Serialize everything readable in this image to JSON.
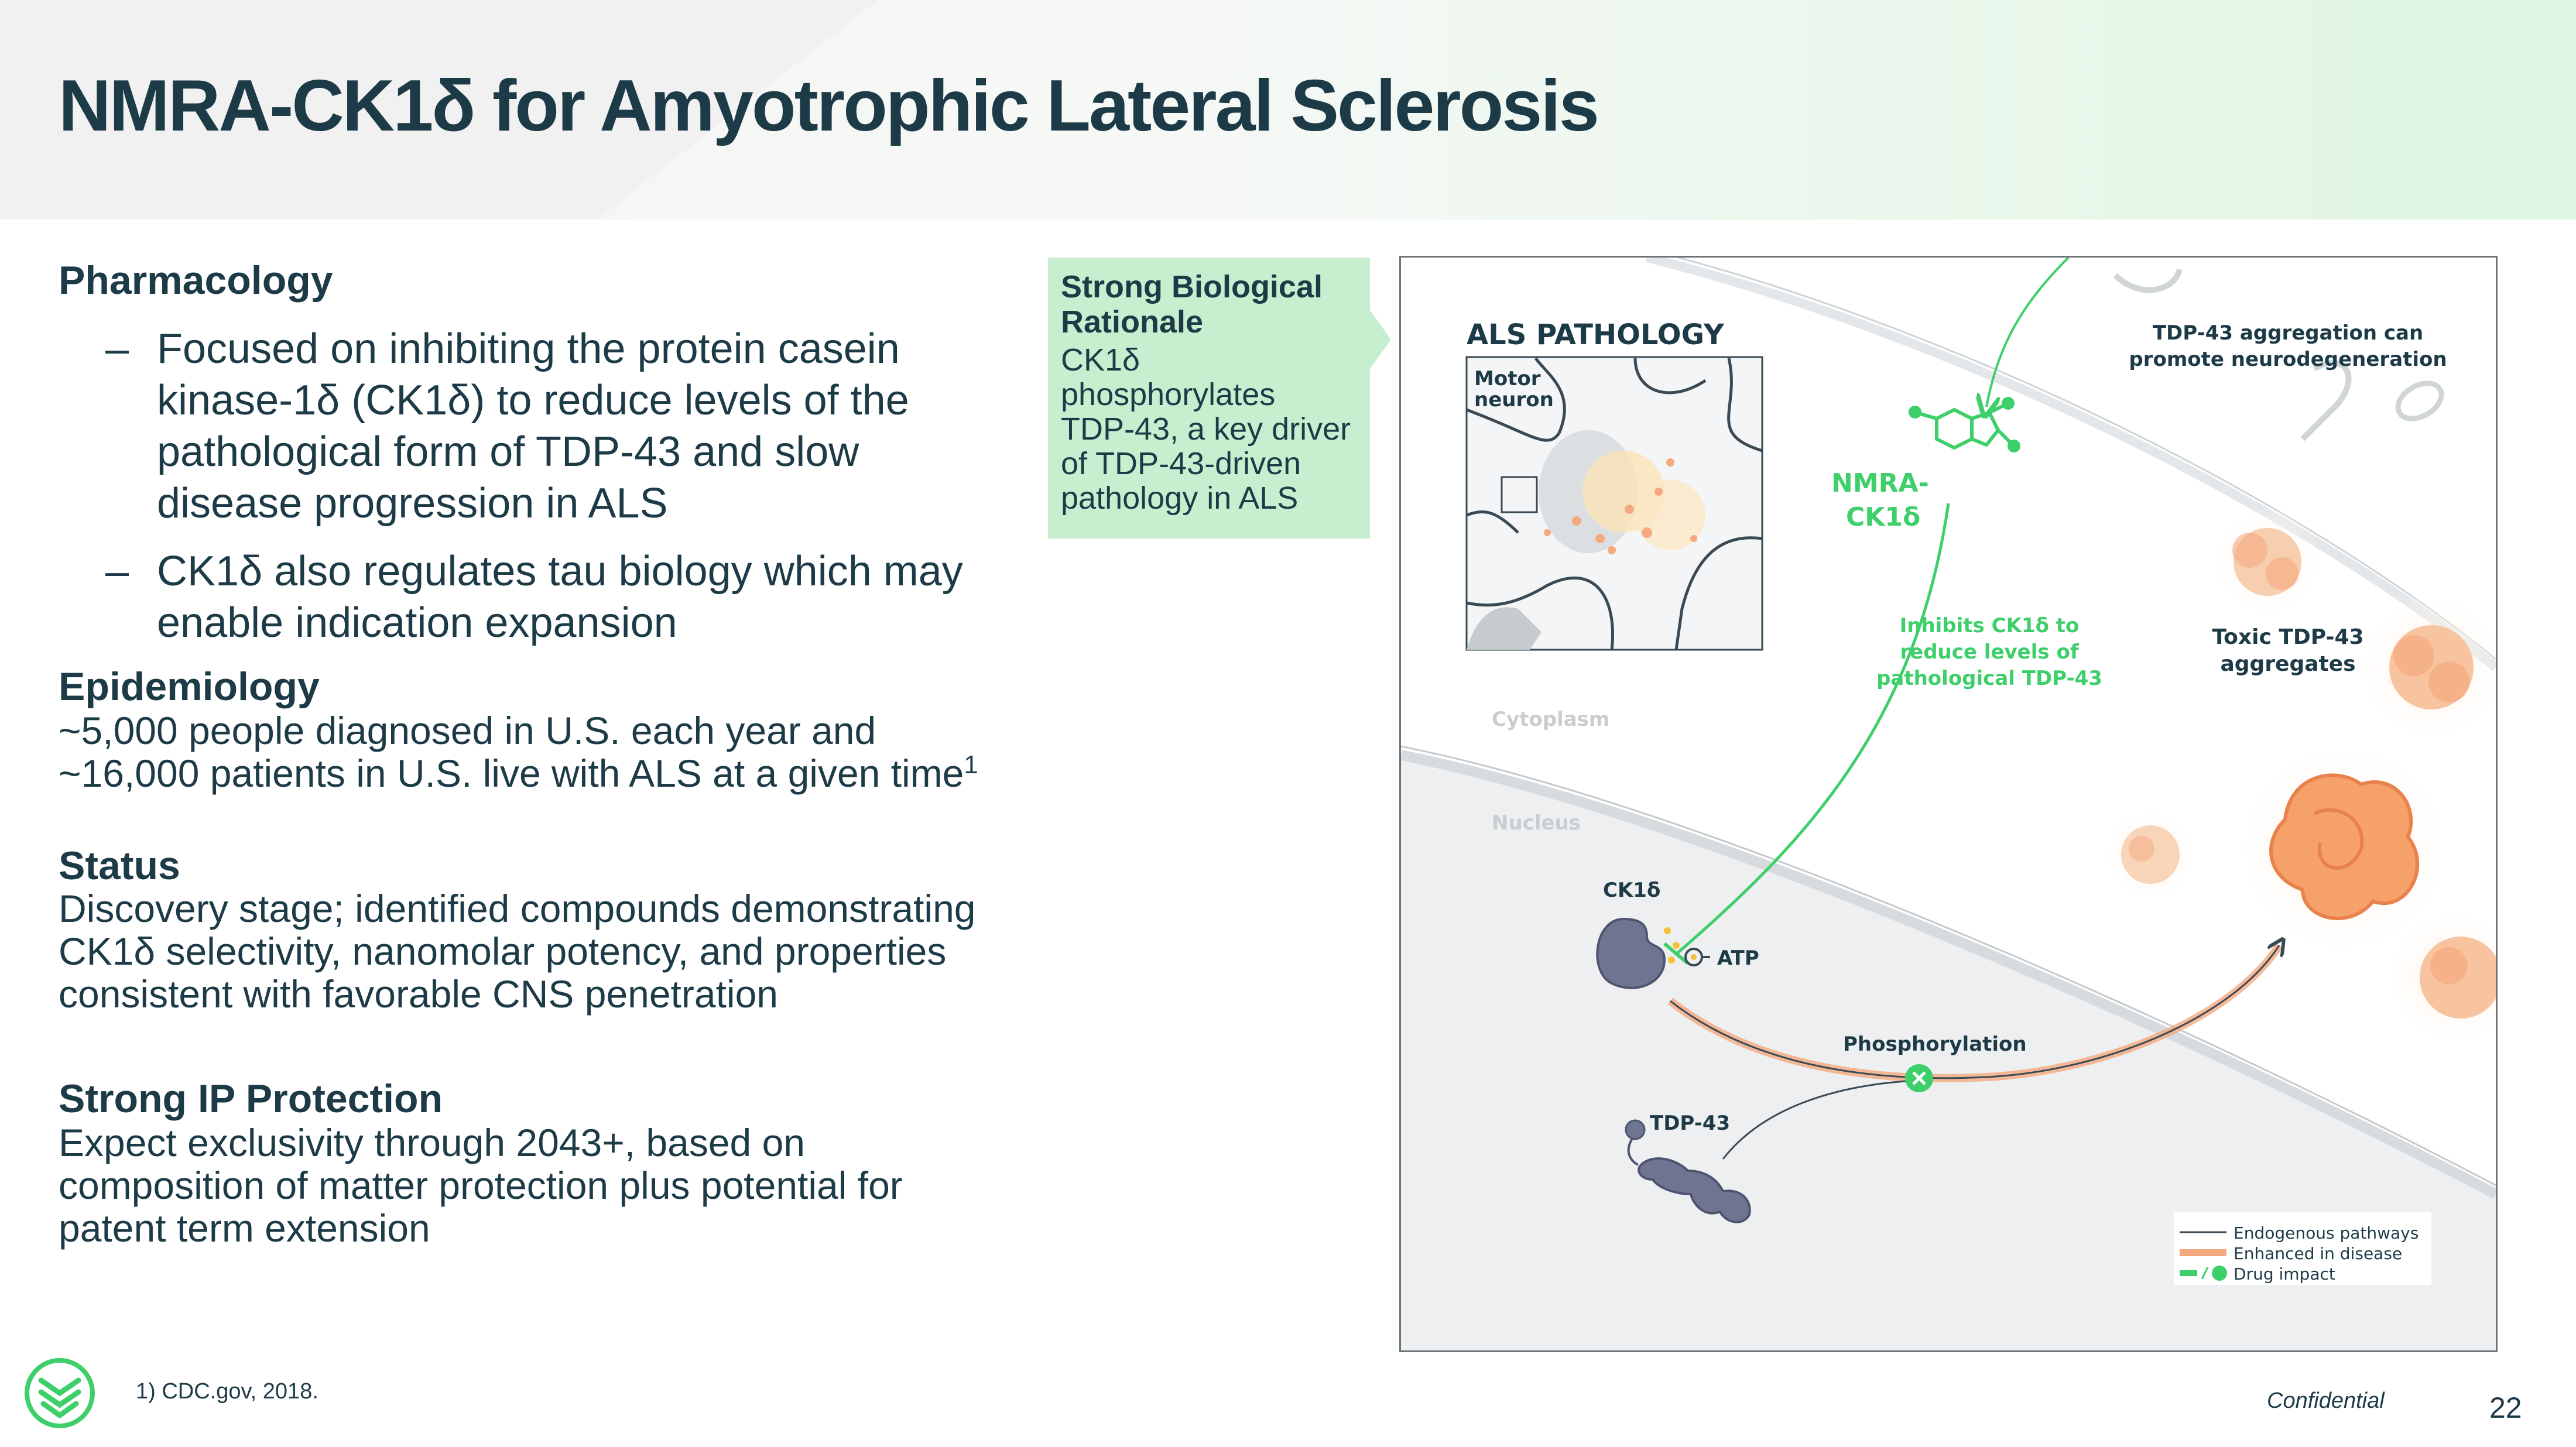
{
  "slide": {
    "title": "NMRA-CK1δ for Amyotrophic Lateral Sclerosis",
    "page_number": "22",
    "confidential": "Confidential",
    "footnote": "1) CDC.gov, 2018."
  },
  "pharmacology": {
    "heading": "Pharmacology",
    "bullets": [
      {
        "dash": "–",
        "lines": [
          "Focused on inhibiting the protein casein",
          "kinase-1δ (CK1δ) to reduce levels of the",
          "pathological form of TDP-43 and slow",
          "disease progression in ALS"
        ]
      },
      {
        "dash": "–",
        "lines": [
          "CK1δ also regulates tau biology which may",
          "enable indication expansion"
        ]
      }
    ]
  },
  "epidemiology": {
    "heading": "Epidemiology",
    "lines": [
      "~5,000 people diagnosed in U.S. each year and",
      "~16,000 patients in U.S. live with ALS at a given time"
    ],
    "superscript": "1"
  },
  "status": {
    "heading": "Status",
    "lines": [
      "Discovery stage; identified compounds demonstrating",
      "CK1δ selectivity, nanomolar potency, and properties",
      "consistent with favorable CNS penetration"
    ]
  },
  "ip": {
    "heading": "Strong IP Protection",
    "lines": [
      "Expect exclusivity through 2043+, based on",
      "composition of matter protection plus potential for",
      "patent term extension"
    ]
  },
  "callout": {
    "title_lines": [
      "Strong Biological",
      "Rationale"
    ],
    "body_lines": [
      "CK1δ",
      "phosphorylates",
      "TDP-43, a key driver",
      "of TDP-43-driven",
      "pathology in ALS"
    ]
  },
  "figure": {
    "als_title": "ALS PATHOLOGY",
    "motor_neuron": [
      "Motor",
      "neuron"
    ],
    "drug_label": [
      "NMRA-",
      "CK1δ"
    ],
    "drug_effect": [
      "Inhibits CK1δ to",
      "reduce levels of",
      "pathological TDP-43"
    ],
    "aggregation_note": [
      "TDP-43 aggregation can",
      "promote neurodegeneration"
    ],
    "toxic_label": [
      "Toxic TDP-43",
      "aggregates"
    ],
    "cytoplasm": "Cytoplasm",
    "nucleus": "Nucleus",
    "ck1d": "CK1δ",
    "atp": "ATP",
    "phosphorylation": "Phosphorylation",
    "tdp43": "TDP-43",
    "legend": [
      {
        "label": "Endogenous pathways",
        "color": "#3a4a55"
      },
      {
        "label": "Enhanced in disease",
        "color": "#f4a97e"
      },
      {
        "label": "Drug impact",
        "color": "#3ecf6a"
      }
    ]
  },
  "colors": {
    "title": "#1d3a47",
    "callout_bg": "#c7efcf",
    "drug_green": "#3ecf6a",
    "aggregate_orange": "#f4a97e",
    "protein_gray": "#6f7590"
  }
}
